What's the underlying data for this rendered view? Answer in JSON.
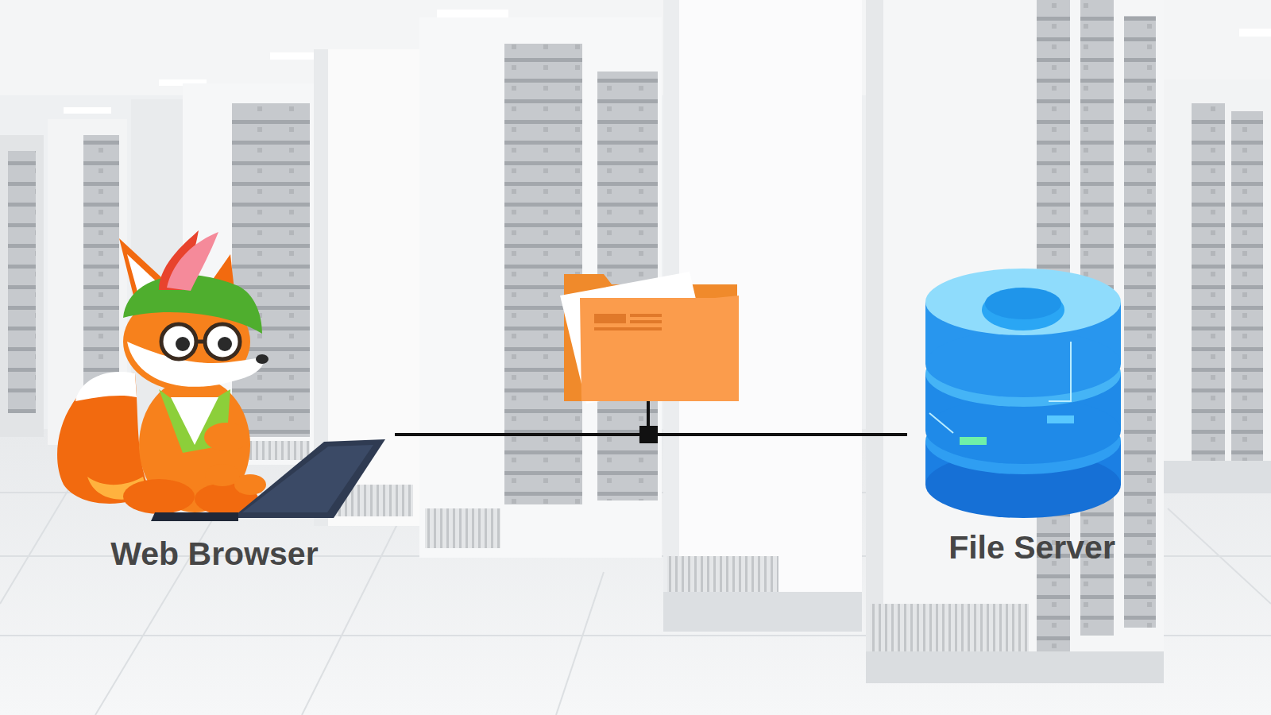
{
  "diagram": {
    "nodes": [
      {
        "text": [
          "Web Browser"
        ]
      },
      {
        "text": [
          "File Server"
        ]
      }
    ],
    "edges": [
      {
        "from": 0,
        "to": 1,
        "arrow": "none"
      }
    ]
  }
}
